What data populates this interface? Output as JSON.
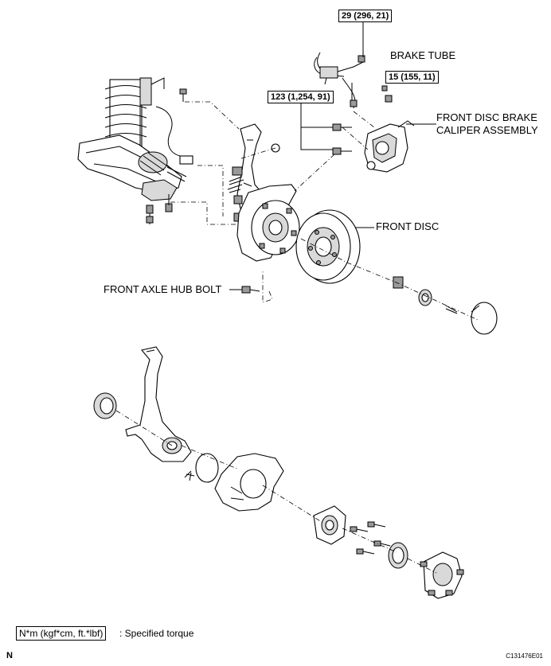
{
  "labels": {
    "brake_tube": "BRAKE TUBE",
    "caliper_line1": "FRONT DISC BRAKE",
    "caliper_line2": "CALIPER ASSEMBLY",
    "front_disc": "FRONT DISC",
    "front_axle_hub_bolt": "FRONT AXLE HUB BOLT"
  },
  "torques": {
    "brake_tube_union": "29 (296, 21)",
    "flexible_hose": "15 (155, 11)",
    "caliper_bolts": "123 (1,254, 91)"
  },
  "legend": {
    "unit": "N*m (kgf*cm, ft.*lbf)",
    "description": ": Specified torque"
  },
  "footer": {
    "corner": "N",
    "code": "C131476E01"
  }
}
